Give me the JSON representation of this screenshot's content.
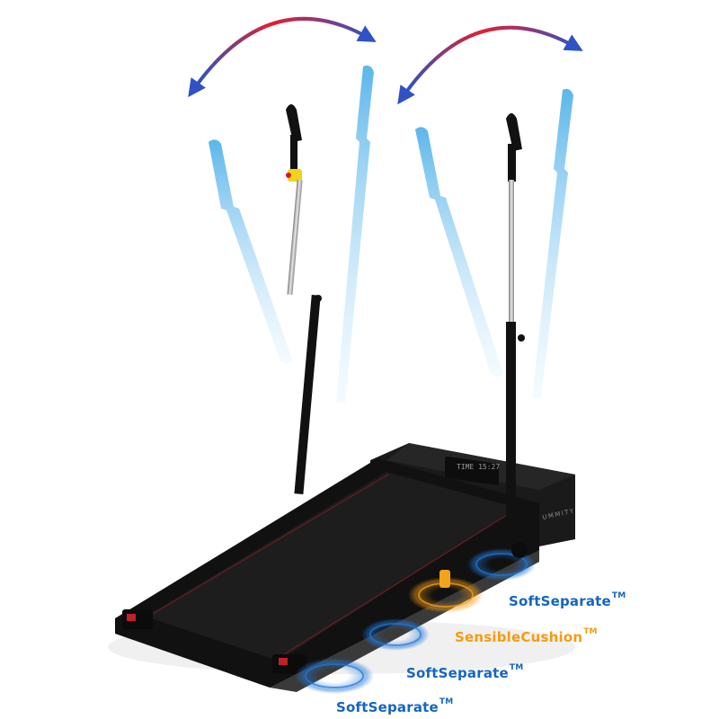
{
  "scene": {
    "console_time": "TIME 15:27",
    "brand_text": "UMMITY"
  },
  "callouts": [
    {
      "label": "SoftSeparate",
      "mark": "TM",
      "color": "#1565c0"
    },
    {
      "label": "SensibleCushion",
      "mark": "TM",
      "color": "#f39c12"
    },
    {
      "label": "SoftSeparate",
      "mark": "TM",
      "color": "#1565c0"
    },
    {
      "label": "SoftSeparate",
      "mark": "TM",
      "color": "#1565c0"
    }
  ],
  "colors": {
    "arrow_start": "#1e6bd6",
    "arrow_end": "#e21b2b",
    "ghost_handle": "#7cc8ef",
    "deck": "#141414",
    "belt": "#1c1c1c",
    "cushion_blue": "#1f78d8",
    "cushion_orange": "#f39c12"
  }
}
